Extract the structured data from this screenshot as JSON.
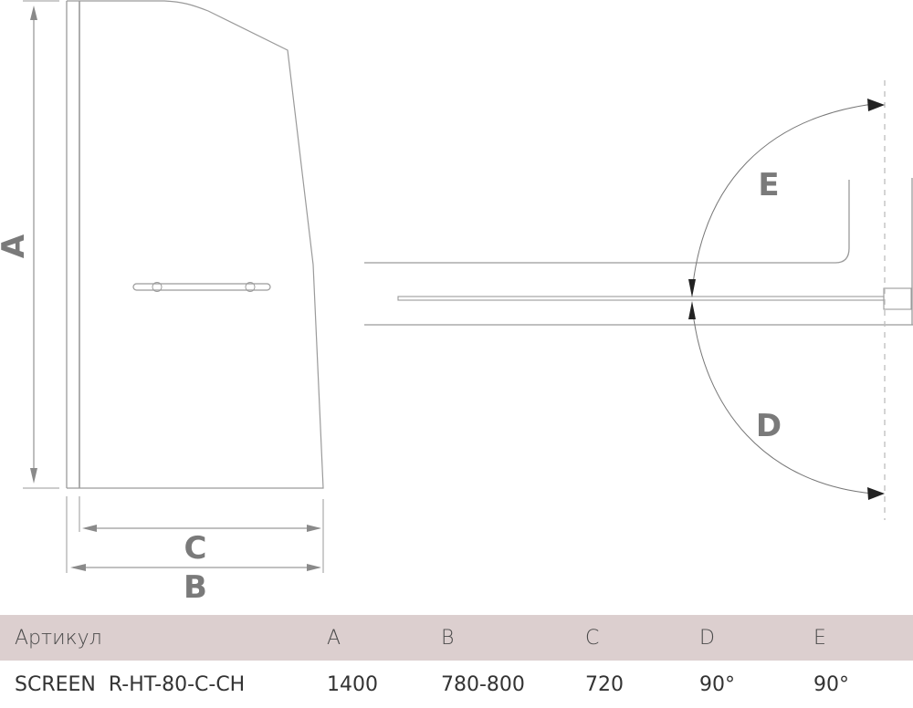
{
  "drawing": {
    "front_view": {
      "dimension_labels": {
        "height": "A",
        "inner_width": "C",
        "outer_width": "B"
      }
    },
    "top_view": {
      "angle_labels": {
        "inward": "E",
        "outward": "D"
      }
    },
    "colors": {
      "line": "#9a9a9a",
      "label": "#7a7a7a",
      "arrow": "#222222"
    }
  },
  "spec_table": {
    "header_bg": "#dccfcf",
    "columns": [
      "Артикул",
      "A",
      "B",
      "C",
      "D",
      "E"
    ],
    "rows": [
      [
        "SCREEN  R-HT-80-C-CH",
        "1400",
        "780-800",
        "720",
        "90°",
        "90°"
      ]
    ]
  }
}
